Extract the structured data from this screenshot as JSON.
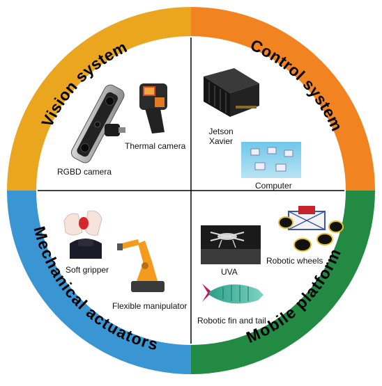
{
  "quadrants": {
    "vision": {
      "title": "Vision system",
      "color": "#EAA61E",
      "items": {
        "rgbd": "RGBD camera",
        "thermal": "Thermal camera"
      }
    },
    "control": {
      "title": "Control system",
      "color": "#F28321",
      "items": {
        "jetson": "Jetson\nXavier",
        "computer": "Computer"
      }
    },
    "mechanical": {
      "title": "Mechanical actuators",
      "color": "#3A95D3",
      "items": {
        "gripper": "Soft gripper",
        "manipulator": "Flexible manipulator"
      }
    },
    "mobile": {
      "title": "Mobile platform",
      "color": "#228A43",
      "items": {
        "uva": "UVA",
        "wheels": "Robotic wheels",
        "fin": "Robotic fin and tail"
      }
    }
  }
}
